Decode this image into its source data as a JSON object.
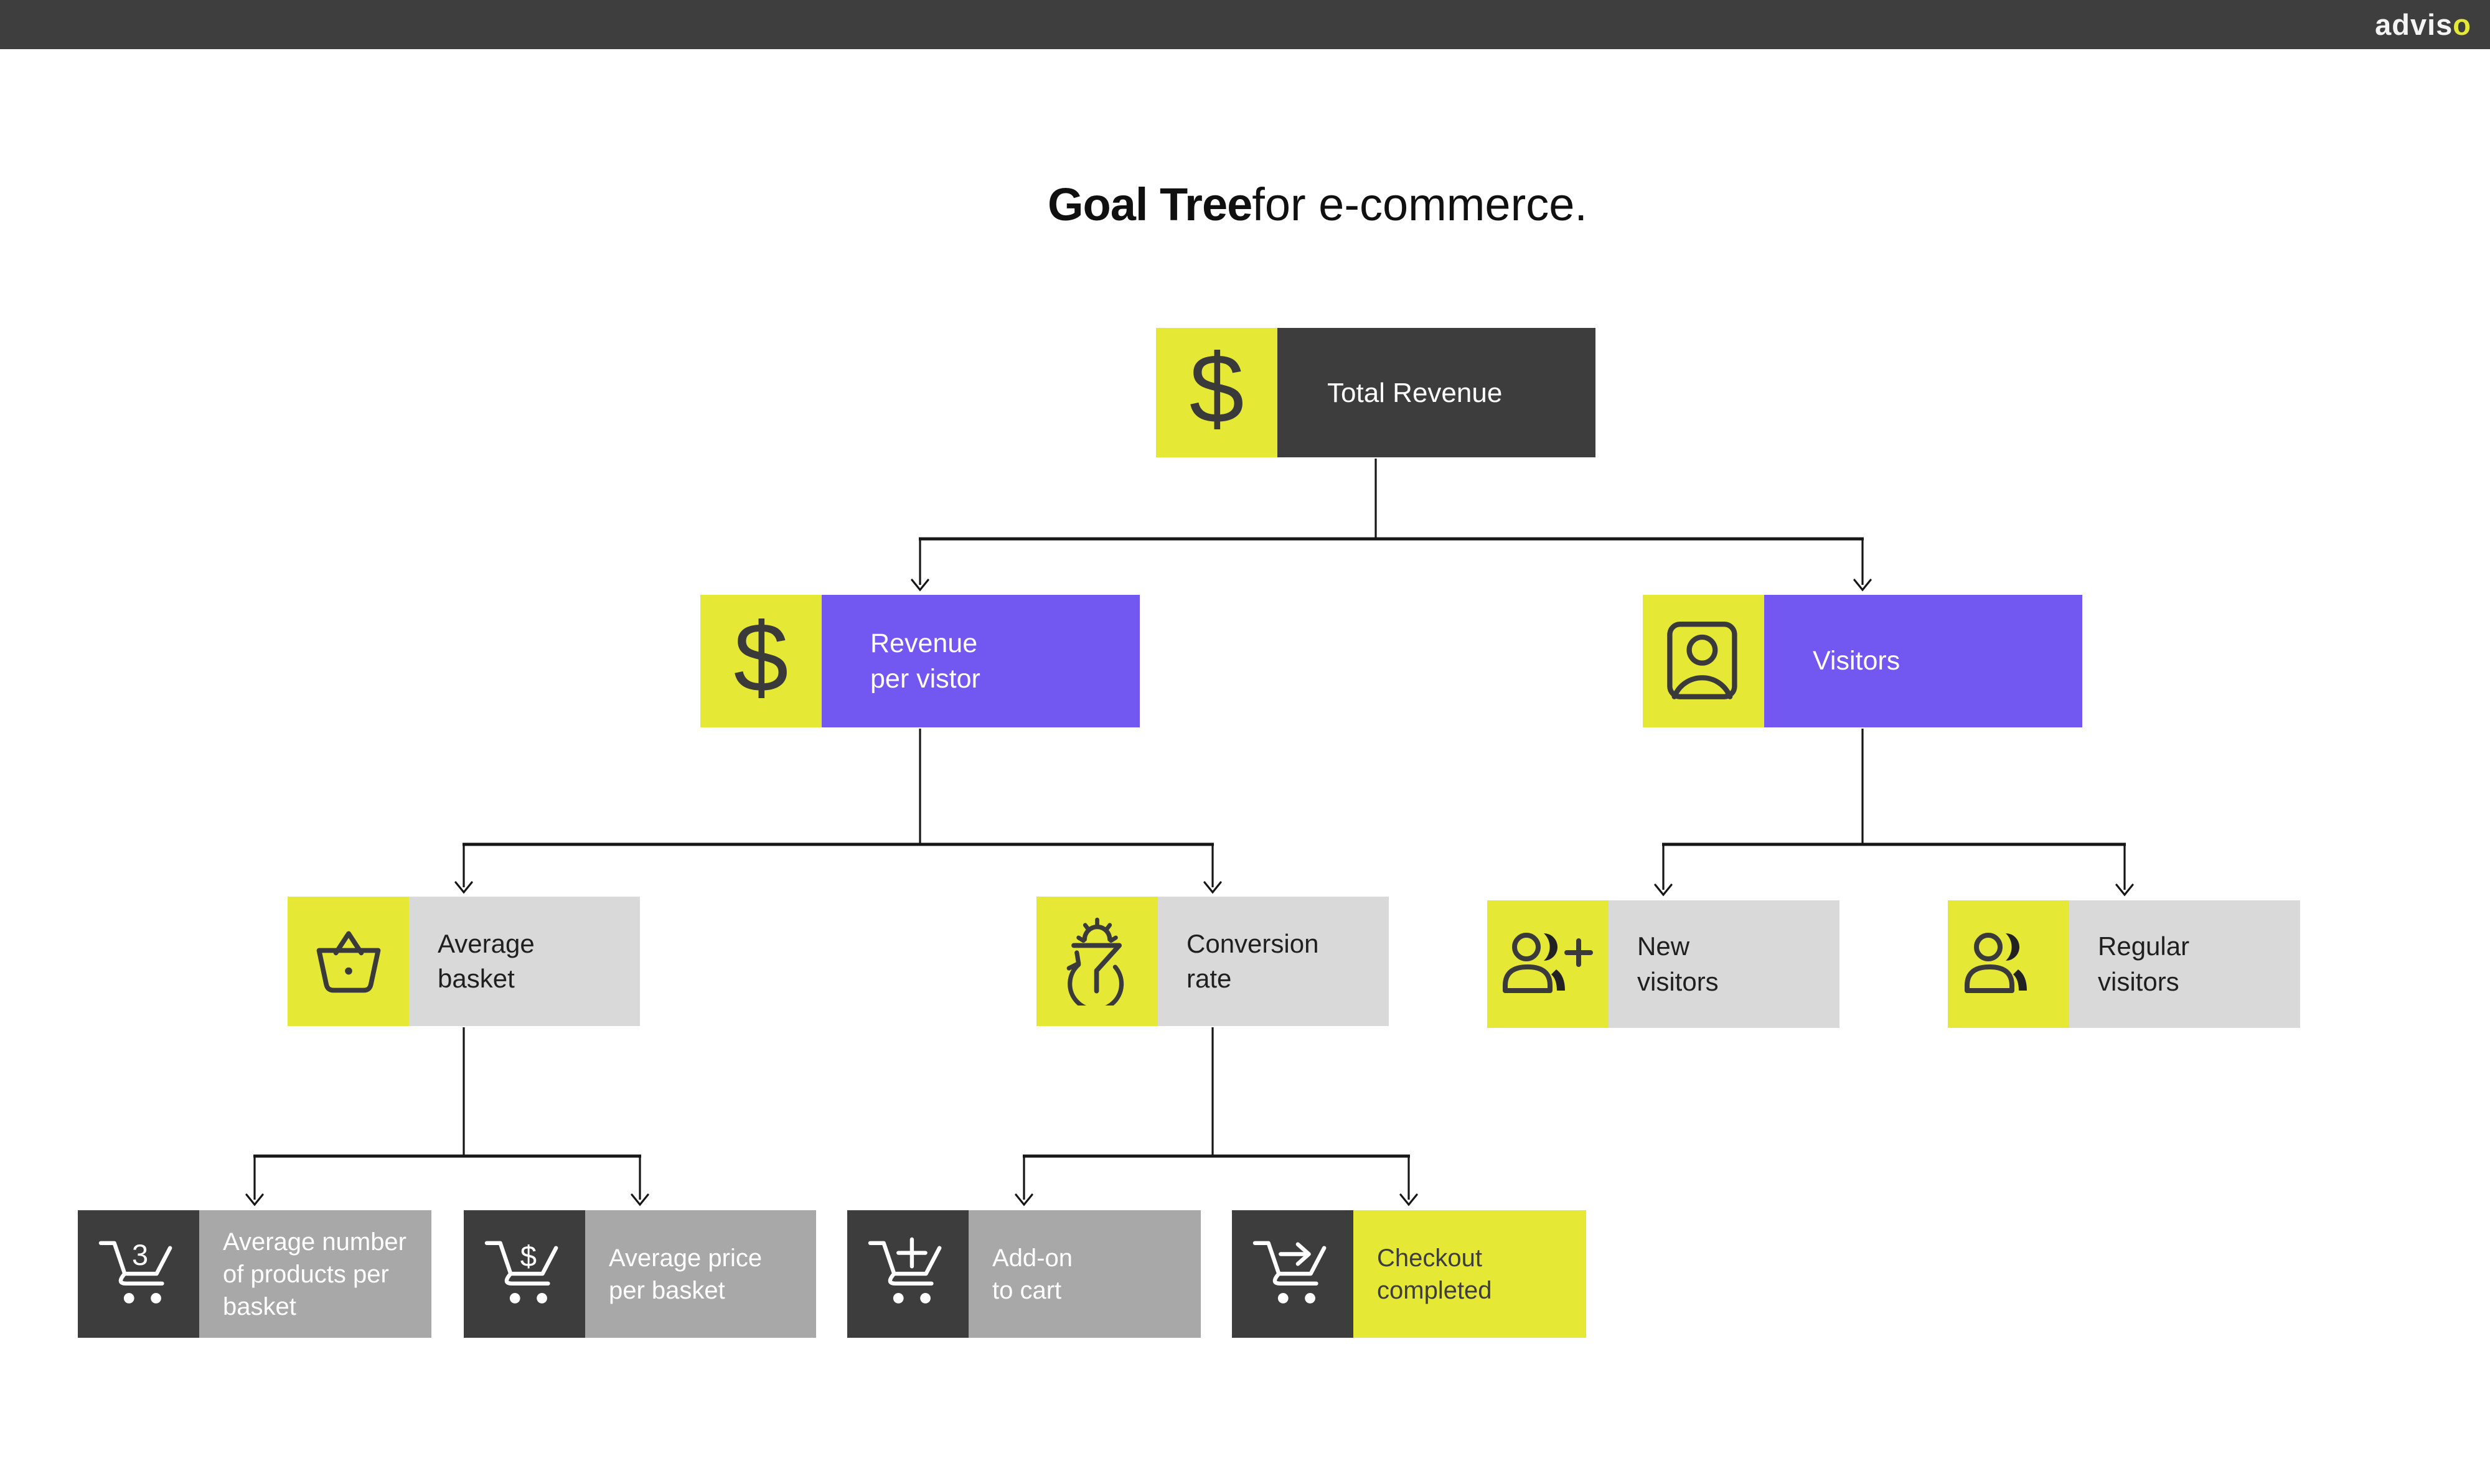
{
  "topbar": {
    "logo_main": "advis",
    "logo_accent": "o"
  },
  "title": {
    "bold": "Goal Tree",
    "regular": "for e-commerce."
  },
  "glyphs": {
    "dollar": "$",
    "cart_count": "3",
    "cart_dollar": "$"
  },
  "colors": {
    "top_bar": "#3e3e3e",
    "yellow": "#e6e836",
    "purple": "#7257f0",
    "dark": "#3d3d3d",
    "light_gray": "#d9d9d9",
    "mid_gray": "#a8a8a8",
    "connector": "#161616"
  },
  "nodes": {
    "total_revenue": {
      "lines": [
        "Total Revenue"
      ]
    },
    "revenue_per_visitor": {
      "lines": [
        "Revenue",
        "per vistor"
      ]
    },
    "visitors": {
      "lines": [
        "Visitors"
      ]
    },
    "average_basket": {
      "lines": [
        "Average",
        "basket"
      ]
    },
    "conversion_rate": {
      "lines": [
        "Conversion",
        "rate"
      ]
    },
    "new_visitors": {
      "lines": [
        "New",
        "visitors"
      ]
    },
    "regular_visitors": {
      "lines": [
        "Regular",
        "visitors"
      ]
    },
    "avg_products_per_basket": {
      "lines": [
        "Average number",
        "of products per",
        "basket"
      ]
    },
    "avg_price_per_basket": {
      "lines": [
        "Average price",
        "per basket"
      ]
    },
    "addon_to_cart": {
      "lines": [
        "Add-on",
        "to cart"
      ]
    },
    "checkout_completed": {
      "lines": [
        "Checkout",
        "completed"
      ]
    }
  }
}
